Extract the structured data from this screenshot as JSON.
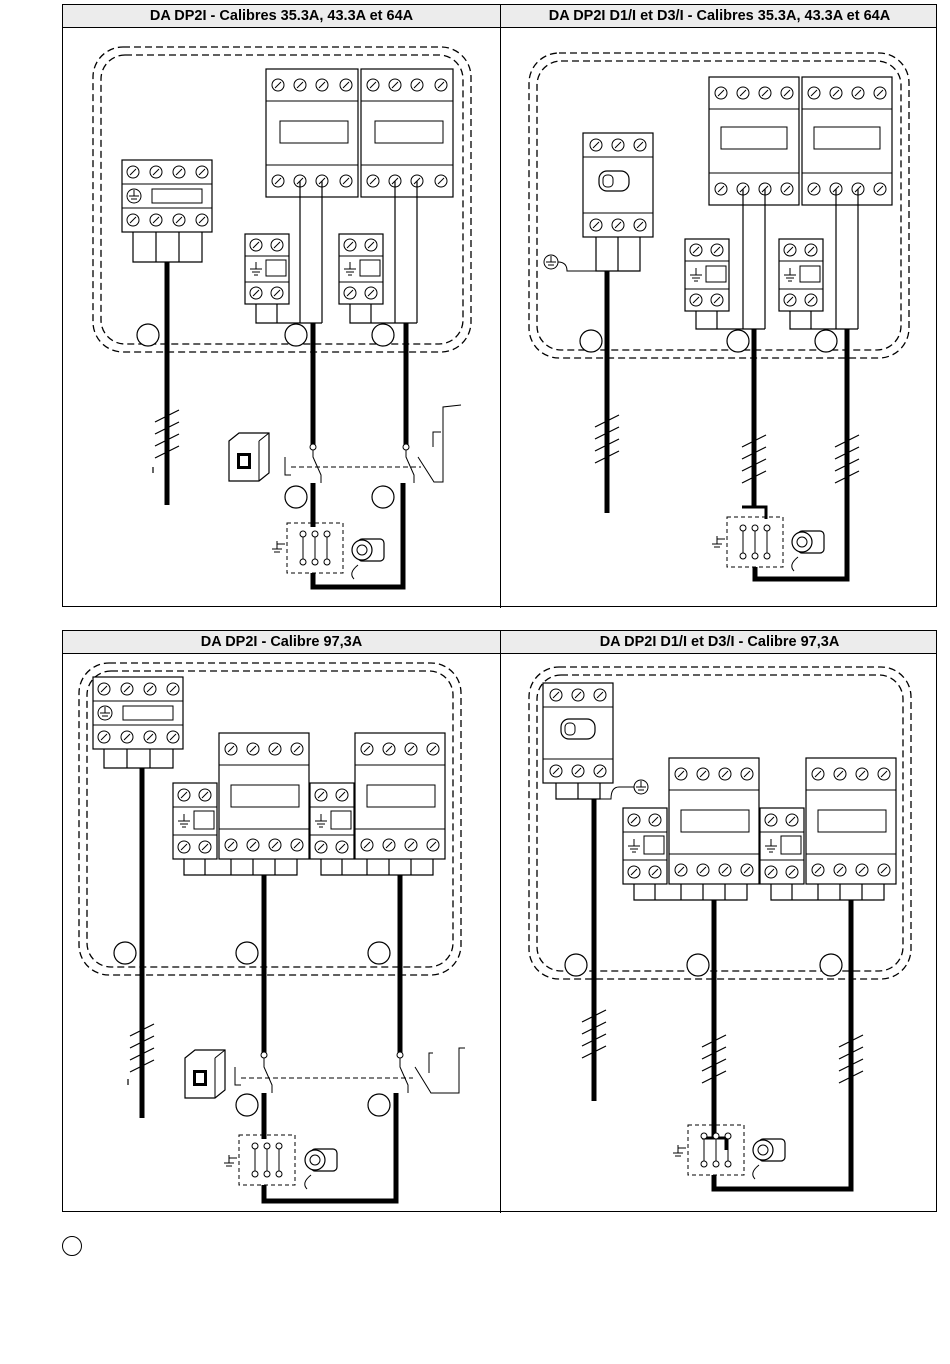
{
  "sections": [
    {
      "headers": [
        "DA DP2I - Calibres 35.3A, 43.3A et 64A",
        "DA DP2I D1/I et D3/I - Calibres 35.3A, 43.3A et 64A"
      ]
    },
    {
      "headers": [
        "DA DP2I - Calibre 97,3A",
        "DA DP2I D1/I et D3/I - Calibre 97,3A"
      ]
    }
  ],
  "icons": [
    "screw-terminal-icon",
    "ground-icon",
    "motor-icon",
    "switch-box-icon",
    "number-circle-icon"
  ]
}
